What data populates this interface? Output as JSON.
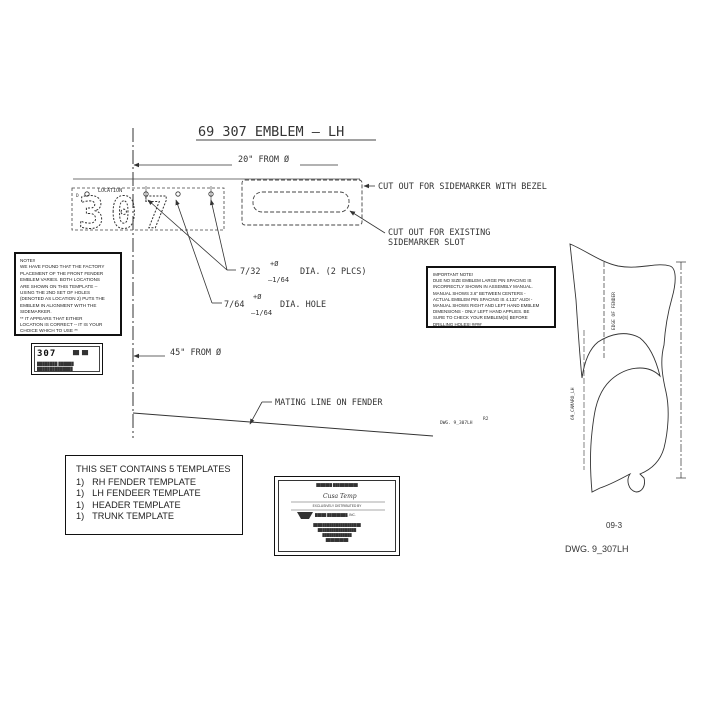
{
  "drawing": {
    "title": "69 307 EMBLEM – LH",
    "emblem_text": "307",
    "location_label": "LOCATION",
    "location_small": "D",
    "dim_20": "20\" FROM Ø",
    "dim_45": "45\" FROM Ø",
    "hole_dim_main": "7/32",
    "hole_dim_plus": "+Ø",
    "hole_dim_minus": "–1/64",
    "hole_dim_suffix": "DIA. (2 PLCS)",
    "hole2_dim_main": "7/64",
    "hole2_dim_plus": "+Ø",
    "hole2_dim_minus": "–1/64",
    "hole2_dim_suffix": "DIA. HOLE",
    "cutout_bezel": "CUT OUT FOR SIDEMARKER WITH BEZEL",
    "cutout_existing_1": "CUT OUT FOR EXISTING",
    "cutout_existing_2": "SIDEMARKER SLOT",
    "mating_line": "MATING LINE ON FENDER",
    "dwg_small": "DWG. 9_307LH",
    "dwg_small_tag": "R2",
    "edge_label": "EDGE OF FENDER",
    "centerline_label": "69_CAMARO_LH",
    "sheet_code": "09-3",
    "dwg_number": "DWG. 9_307LH"
  },
  "note_left": {
    "lines": [
      "NOTE!!",
      "WE HAVE FOUND THAT THE FACTORY",
      "PLACEMENT OF THE FRONT FENDER",
      "EMBLEM VARIES. BOTH LOCATIONS",
      "ARE SHOWN ON THIS TEMPLATE --",
      "USING THE 2ND SET OF HOLES",
      "(DENOTED AS LOCATION 2) PUTS THE",
      "EMBLEM IN ALIGNMENT WITH THE",
      "SIDEMARKER.",
      "** IT APPEARS THAT EITHER",
      "LOCATION IS CORRECT -- IT IS YOUR",
      "CHOICE WHICH TO USE **"
    ]
  },
  "note_right": {
    "lines": [
      "IMPORTANT NOTE!",
      "DUE NO SIZE EMBLEM LARGE PIN SPACING IS",
      "INCORRECTLY SHOWN IN ASSEMBLY MANUAL.",
      "MANUAL SHOWS 3.6\" BETWEEN CENTERS -",
      "ACTUAL EMBLEM PIN SPACING IS 4.132\" AUDI -",
      "MANUAL SHOWS RIGHT AND LEFT HAND EMBLEM",
      "DIMENSIONS - ONLY LEFT HAND APPLIES. BE",
      "SURE TO CHECK YOUR EMBLEM(S) BEFORE",
      "DRILLING HOLES! ####"
    ]
  },
  "badge": {
    "number": "307",
    "mini": "▇▇ ▇▇",
    "line1": "████████ ██████",
    "line2": "██████████████"
  },
  "templates": {
    "title": "THIS SET CONTAINS 5 TEMPLATES",
    "items": [
      {
        "num": "1)",
        "label": "RH FENDER TEMPLATE"
      },
      {
        "num": "1)",
        "label": "LH FENDEER TEMPLATE"
      },
      {
        "num": "1)",
        "label": "HEADER TEMPLATE"
      },
      {
        "num": "1)",
        "label": "TRUNK TEMPLATE"
      }
    ]
  },
  "seal": {
    "top": "███████ ███████████",
    "logo_script": "Cusa Temp",
    "sub": "EXCLUSIVELY DISTRIBUTED BY",
    "company": "█████ █████████, INC.",
    "fine1": "█████████████████████",
    "fine2": "█████████████████",
    "fine3": "█████████████",
    "fine4": "██████████"
  }
}
